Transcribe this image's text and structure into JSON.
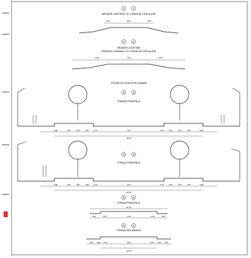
{
  "header": {
    "title": ""
  },
  "sections": [
    {
      "id": "s1",
      "lane_labels": [
        "1",
        "1"
      ],
      "title_lines": [
        "DRUMURI JUDETENE CU 2 BENZI DE CIRCULATIE"
      ],
      "dims": [
        "0.50",
        "6.00",
        "0.50"
      ]
    },
    {
      "id": "s2",
      "lane_labels": [
        "2",
        "2"
      ],
      "title_lines": [
        "DRUMURI JUDETENE",
        "DRUMURI COMUNALE CU 2 BENZI DE CIRCULATIE"
      ],
      "dims": [
        "0.50",
        "7.00",
        "0.50"
      ]
    },
    {
      "id": "s3",
      "lane_labels": [
        "3",
        "3"
      ],
      "title_lines": [
        "STRADE IN LOCALITATE (URBAN)",
        "STRADA PRINCIPALA"
      ],
      "dims": [
        "0.80",
        "1.50",
        "1.00",
        "1.50",
        "0.70",
        "7.00",
        "0.70",
        "1.50",
        "1.00",
        "1.50",
        "0.80"
      ],
      "total": "20.00"
    },
    {
      "id": "s4",
      "lane_labels": [
        "4",
        "4"
      ],
      "title_lines": [
        "STRADA PRINCIPALA"
      ],
      "dims": [
        "0.80",
        "1.50",
        "1.00",
        "1.50",
        "0.70",
        "7.00",
        "0.70",
        "1.50",
        "1.00",
        "1.50",
        "0.80"
      ],
      "total": "20.00"
    },
    {
      "id": "s5",
      "lane_labels": [
        "5",
        "5"
      ],
      "title_lines": [
        "STRADA PRINCIPALA"
      ],
      "dims": [
        "1.50",
        "0.50",
        "7.00",
        "0.50",
        "1.50"
      ],
      "total": "11.00"
    },
    {
      "id": "s6",
      "lane_labels": [
        "6",
        "6"
      ],
      "title_lines": [
        "STRADA SECUNDARA"
      ],
      "dims": [
        "1.50",
        "1.00",
        "0.50",
        "6.00",
        "0.50",
        "1.00",
        "1.50"
      ],
      "total": "12.00"
    }
  ],
  "colors": {
    "line": "#222222",
    "paper": "#ffffff",
    "accent_red": "#dd3333"
  }
}
